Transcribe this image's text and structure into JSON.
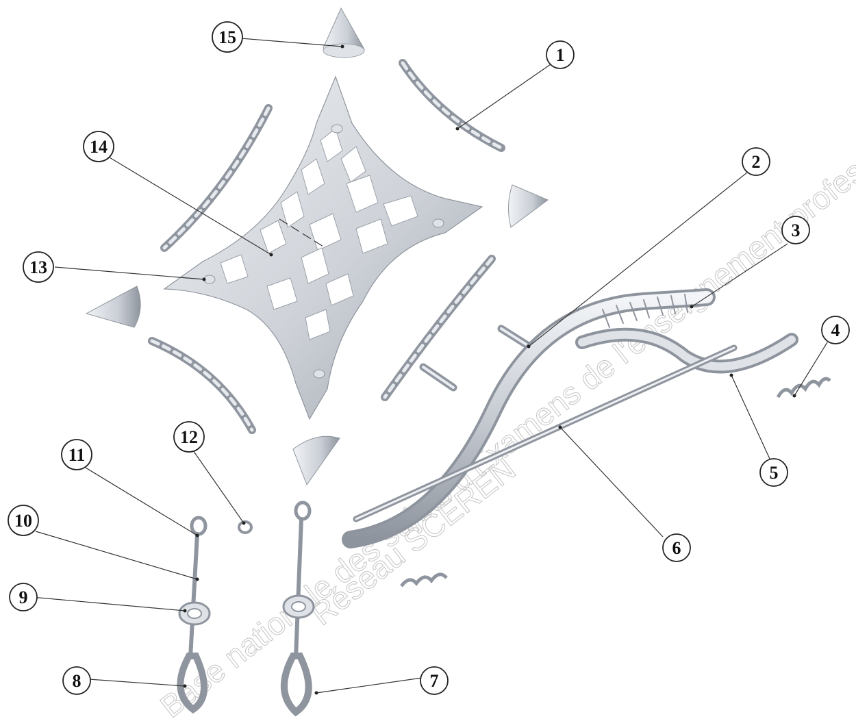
{
  "watermark": {
    "line1": "Base nationale des sujets d'Examens de l'enseignement professionnel",
    "line2": "Réseau SCEREN"
  },
  "callouts": [
    {
      "id": "1",
      "label": "1"
    },
    {
      "id": "2",
      "label": "2"
    },
    {
      "id": "3",
      "label": "3"
    },
    {
      "id": "4",
      "label": "4"
    },
    {
      "id": "5",
      "label": "5"
    },
    {
      "id": "6",
      "label": "6"
    },
    {
      "id": "7",
      "label": "7"
    },
    {
      "id": "8",
      "label": "8"
    },
    {
      "id": "9",
      "label": "9"
    },
    {
      "id": "10",
      "label": "10"
    },
    {
      "id": "11",
      "label": "11"
    },
    {
      "id": "12",
      "label": "12"
    },
    {
      "id": "13",
      "label": "13"
    },
    {
      "id": "14",
      "label": "14"
    },
    {
      "id": "15",
      "label": "15"
    }
  ],
  "colors": {
    "part_fill": "#cfd3d9",
    "part_shade": "#9ea4ad",
    "part_light": "#eceff3",
    "leader": "#333333"
  }
}
